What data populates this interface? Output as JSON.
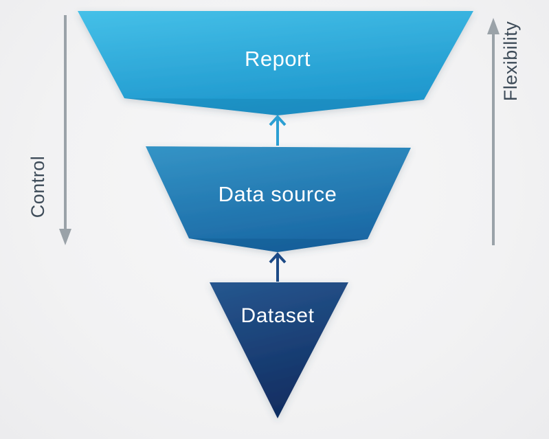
{
  "diagram": {
    "type": "inverted-funnel",
    "levels": [
      {
        "id": "report",
        "label": "Report",
        "color_top": "#45c0e8",
        "color_bottom": "#1e97cd"
      },
      {
        "id": "data-source",
        "label": "Data source",
        "color_top": "#3494c6",
        "color_bottom": "#1b69a5"
      },
      {
        "id": "dataset",
        "label": "Dataset",
        "color_top": "#26578f",
        "color_bottom": "#112e62"
      }
    ],
    "connectors": [
      {
        "from": "data-source",
        "to": "report",
        "direction": "up",
        "color": "#2b9fd3"
      },
      {
        "from": "dataset",
        "to": "data-source",
        "direction": "up",
        "color": "#1c4a86"
      }
    ],
    "axes": {
      "left": {
        "label": "Control",
        "direction": "down",
        "line_color": "#9aa2a8",
        "text_color": "#3d4b58"
      },
      "right": {
        "label": "Flexibility",
        "direction": "up",
        "line_color": "#9aa2a8",
        "text_color": "#3d4b58"
      }
    },
    "background_color": "#f2f2f3",
    "label_text_color": "#ffffff"
  }
}
